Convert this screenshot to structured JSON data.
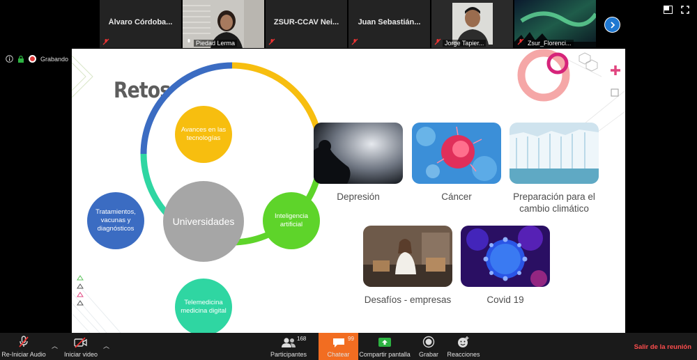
{
  "participants": [
    {
      "name": "Álvaro Córdoba...",
      "label": "",
      "type": "name"
    },
    {
      "name": "",
      "label": "Piedad Lerma",
      "type": "video-woman",
      "speaking": true
    },
    {
      "name": "ZSUR-CCAV Nei...",
      "label": "",
      "type": "name"
    },
    {
      "name": "Juan Sebastián...",
      "label": "",
      "type": "name"
    },
    {
      "name": "",
      "label": "Jorge Tapier...",
      "type": "video-man"
    },
    {
      "name": "",
      "label": "Zsur_Florenci...",
      "type": "video-aurora"
    }
  ],
  "recording": {
    "label": "Grabando"
  },
  "slide": {
    "title": "Retos",
    "cycle": {
      "center": "Universidades",
      "nodes": [
        {
          "label": "Avances en las tecnologías",
          "color": "#f7be0f"
        },
        {
          "label": "Inteligencia artificial",
          "color": "#5ed42a"
        },
        {
          "label": "Telemedicina medicina digital",
          "color": "#2fd6a2"
        },
        {
          "label": "Tratamientos, vacunas y diagnósticos",
          "color": "#3b6cc2"
        }
      ]
    },
    "topics": [
      {
        "caption": "Depresión",
        "image": "depression-photo"
      },
      {
        "caption": "Cáncer",
        "image": "cancer-cell-photo"
      },
      {
        "caption": "Preparación para el cambio climático",
        "image": "glacier-photo"
      },
      {
        "caption": "Desafíos - empresas",
        "image": "business-woman-photo"
      },
      {
        "caption": "Covid 19",
        "image": "virus-photo"
      }
    ]
  },
  "toolbar": {
    "audio": "Re-Iniciar Audio",
    "video": "Iniciar video",
    "participants": "Participantes",
    "participants_count": "168",
    "chat": "Chatear",
    "chat_count": "99",
    "share": "Compartir pantalla",
    "record": "Grabar",
    "reactions": "Reacciones",
    "leave": "Salir de la reunión"
  },
  "colors": {
    "chat": "#f26d21",
    "leave": "#ff4d4d",
    "share": "#2db342",
    "next": "#1f78d1"
  }
}
